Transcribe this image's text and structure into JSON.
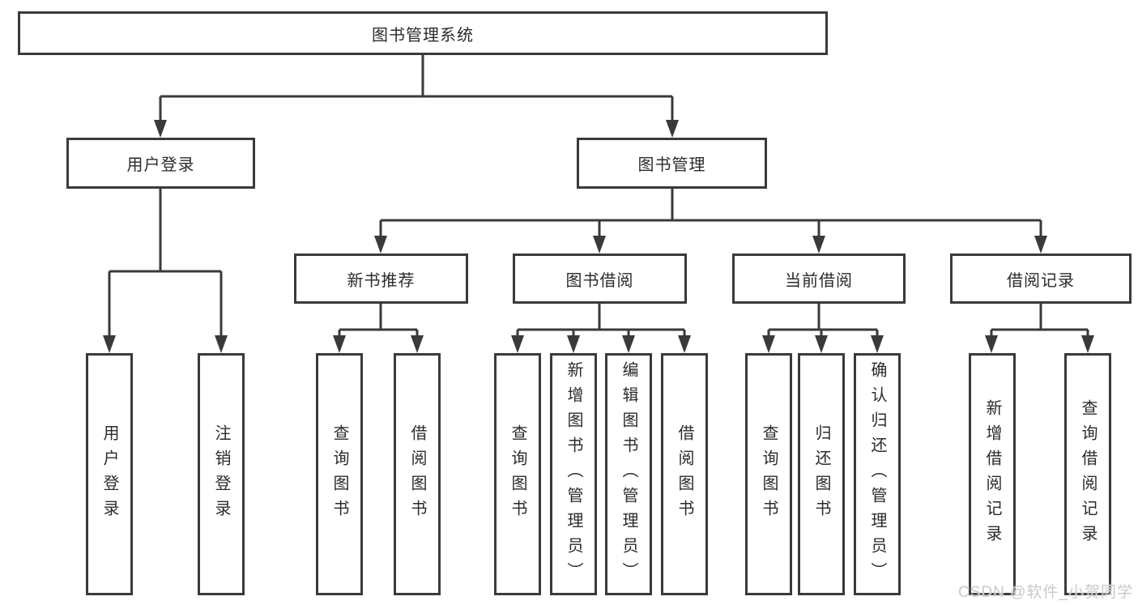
{
  "watermark": "CSDN @软件_小贺同学",
  "colors": {
    "line": "#3a3a3a",
    "text": "#2b2b2b",
    "box_background": "#ffffff",
    "watermark": "#c9c9c9"
  },
  "tree": {
    "root": {
      "label": "图书管理系统"
    },
    "branches": [
      {
        "label": "用户登录",
        "children": [
          {
            "label": "用户登录"
          },
          {
            "label": "注销登录"
          }
        ]
      },
      {
        "label": "图书管理",
        "children": [
          {
            "label": "新书推荐",
            "children": [
              {
                "label": "查询图书"
              },
              {
                "label": "借阅图书"
              }
            ]
          },
          {
            "label": "图书借阅",
            "children": [
              {
                "label": "查询图书"
              },
              {
                "label": "新增图书（管理员）"
              },
              {
                "label": "编辑图书（管理员）"
              },
              {
                "label": "借阅图书"
              }
            ]
          },
          {
            "label": "当前借阅",
            "children": [
              {
                "label": "查询图书"
              },
              {
                "label": "归还图书"
              },
              {
                "label": "确认归还（管理员）"
              }
            ]
          },
          {
            "label": "借阅记录",
            "children": [
              {
                "label": "新增借阅记录"
              },
              {
                "label": "查询借阅记录"
              }
            ]
          }
        ]
      }
    ]
  }
}
